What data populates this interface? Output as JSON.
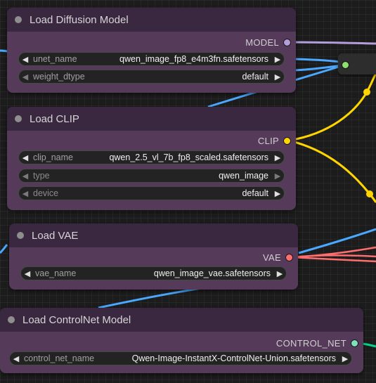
{
  "colors": {
    "model_wire": "#b39ddb",
    "clip_wire": "#ffd500",
    "vae_wire": "#ff6e6e",
    "control_wire": "#00d78d",
    "blue_wire": "#4aa8ff",
    "model_port": "#b39ddb",
    "clip_port": "#ffd500",
    "vae_port": "#ff6e6e",
    "control_port": "#7fe0c0",
    "node_body": "#553a5a",
    "node_title_bar": "#3a2740"
  },
  "nodes": {
    "diffusion": {
      "title": "Load Diffusion Model",
      "output": "MODEL",
      "widgets": [
        {
          "label": "unet_name",
          "value": "qwen_image_fp8_e4m3fn.safetensors"
        },
        {
          "label": "weight_dtype",
          "value": "default"
        }
      ]
    },
    "clip": {
      "title": "Load CLIP",
      "output": "CLIP",
      "widgets": [
        {
          "label": "clip_name",
          "value": "qwen_2.5_vl_7b_fp8_scaled.safetensors"
        },
        {
          "label": "type",
          "value": "qwen_image"
        },
        {
          "label": "device",
          "value": "default"
        }
      ]
    },
    "vae": {
      "title": "Load VAE",
      "output": "VAE",
      "widgets": [
        {
          "label": "vae_name",
          "value": "qwen_image_vae.safetensors"
        }
      ]
    },
    "controlnet": {
      "title": "Load ControlNet Model",
      "output": "CONTROL_NET",
      "widgets": [
        {
          "label": "control_net_name",
          "value": "Qwen-Image-InstantX-ControlNet-Union.safetensors"
        }
      ]
    }
  }
}
